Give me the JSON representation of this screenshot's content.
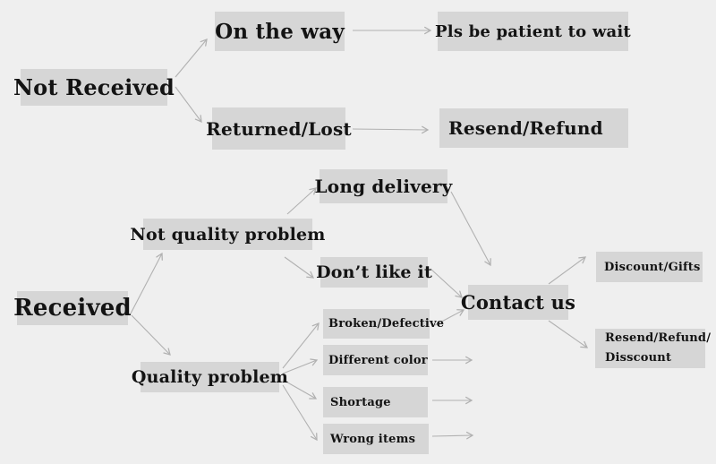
{
  "diagram": {
    "type": "flowchart",
    "colors": {
      "background": "#efefef",
      "node_background": "#d6d6d6",
      "arrow": "#b1b1b1",
      "text": "#131313"
    },
    "nodes": {
      "not_received": {
        "label": "Not Received"
      },
      "on_the_way": {
        "label": "On the way"
      },
      "pls_wait": {
        "label": "Pls be patient to wait"
      },
      "returned_lost": {
        "label": "Returned/Lost"
      },
      "resend_refund": {
        "label": "Resend/Refund"
      },
      "received": {
        "label": "Received"
      },
      "not_quality_problem": {
        "label": "Not quality problem"
      },
      "long_delivery": {
        "label": "Long delivery"
      },
      "dont_like_it": {
        "label": "Don’t like it"
      },
      "quality_problem": {
        "label": "Quality problem"
      },
      "broken_defective": {
        "label": "Broken/Defective"
      },
      "different_color": {
        "label": "Different color"
      },
      "shortage": {
        "label": "Shortage"
      },
      "wrong_items": {
        "label": "Wrong items"
      },
      "contact_us": {
        "label": "Contact us"
      },
      "discount_gifts": {
        "label": "Discount/Gifts"
      },
      "resend_refund_discount": {
        "line1": "Resend/Refund/",
        "line2": "Disscount"
      }
    },
    "edges": [
      {
        "from": "not_received",
        "to": "on_the_way"
      },
      {
        "from": "not_received",
        "to": "returned_lost"
      },
      {
        "from": "on_the_way",
        "to": "pls_wait"
      },
      {
        "from": "returned_lost",
        "to": "resend_refund"
      },
      {
        "from": "received",
        "to": "not_quality_problem"
      },
      {
        "from": "received",
        "to": "quality_problem"
      },
      {
        "from": "not_quality_problem",
        "to": "long_delivery"
      },
      {
        "from": "not_quality_problem",
        "to": "dont_like_it"
      },
      {
        "from": "long_delivery",
        "to": "contact_us"
      },
      {
        "from": "dont_like_it",
        "to": "contact_us"
      },
      {
        "from": "quality_problem",
        "to": "broken_defective"
      },
      {
        "from": "quality_problem",
        "to": "different_color"
      },
      {
        "from": "quality_problem",
        "to": "shortage"
      },
      {
        "from": "quality_problem",
        "to": "wrong_items"
      },
      {
        "from": "broken_defective",
        "to": "contact_us"
      },
      {
        "from": "different_color",
        "to": "contact_us"
      },
      {
        "from": "shortage",
        "to": "contact_us"
      },
      {
        "from": "wrong_items",
        "to": "contact_us"
      },
      {
        "from": "contact_us",
        "to": "discount_gifts"
      },
      {
        "from": "contact_us",
        "to": "resend_refund_discount"
      }
    ]
  }
}
